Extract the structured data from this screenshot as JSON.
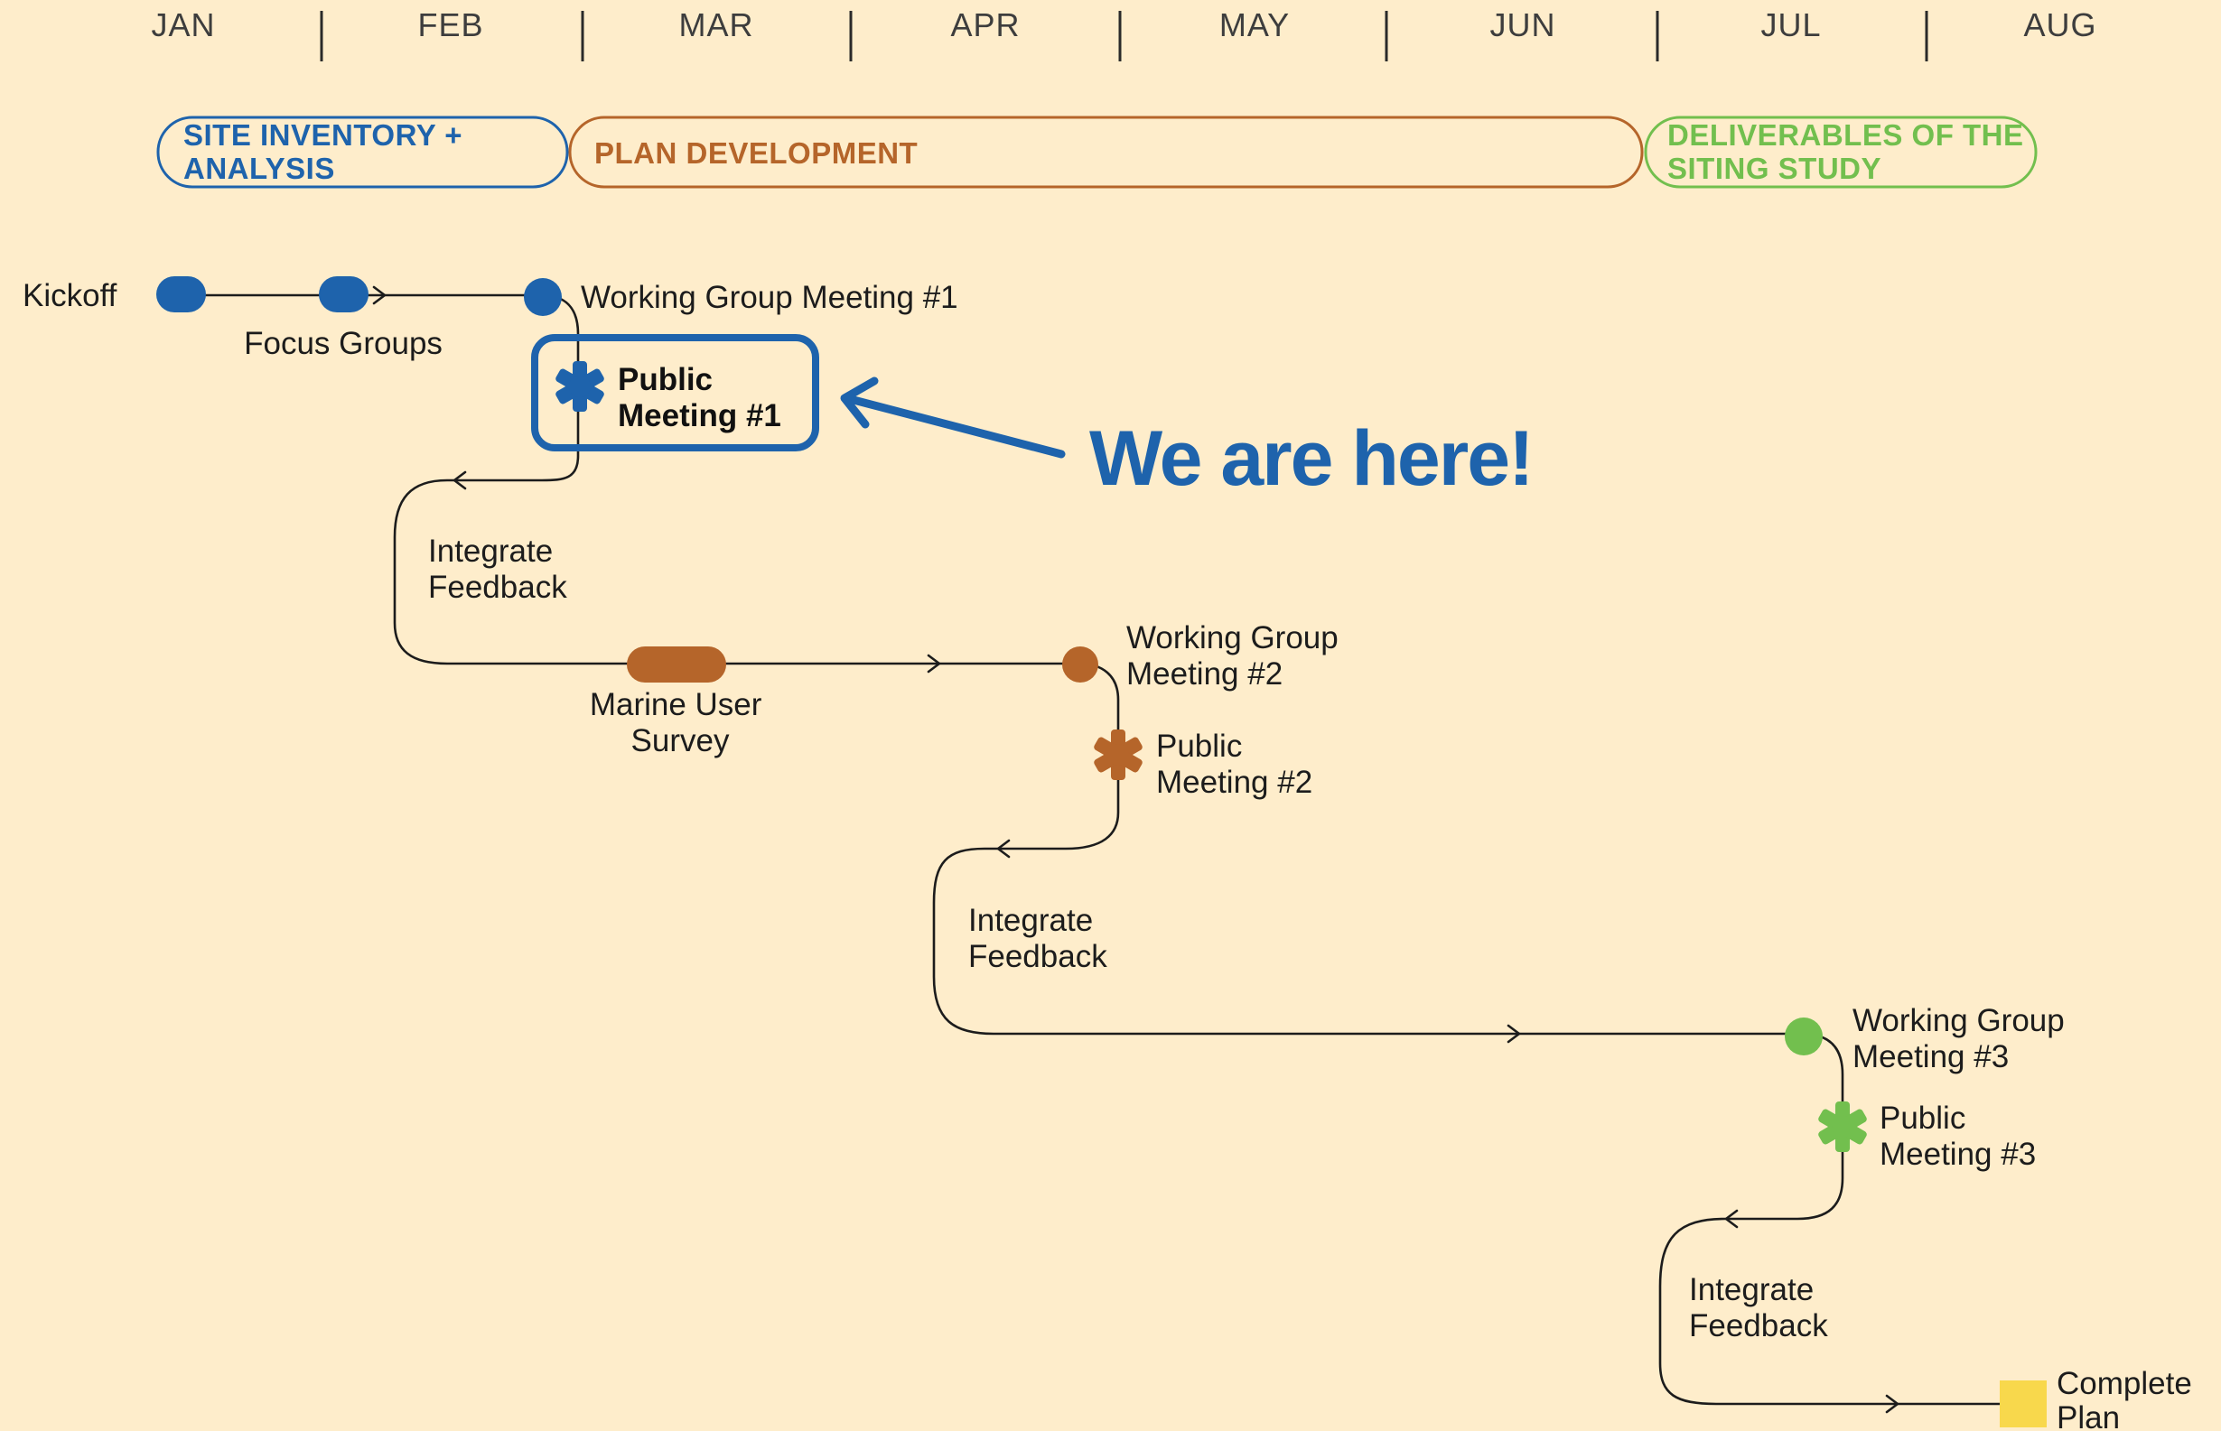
{
  "colors": {
    "background": "#FEEDCB",
    "blue": "#1E63AC",
    "orange": "#B5652A",
    "green": "#72BF4E",
    "yellow": "#F8D84C",
    "line": "#1c1c1c"
  },
  "months": [
    "JAN",
    "FEB",
    "MAR",
    "APR",
    "MAY",
    "JUN",
    "JUL",
    "AUG"
  ],
  "phases": [
    {
      "lines": [
        "SITE INVENTORY +",
        "ANALYSIS"
      ],
      "color": "blue"
    },
    {
      "lines": [
        "PLAN DEVELOPMENT"
      ],
      "color": "orange"
    },
    {
      "lines": [
        "DELIVERABLES OF THE",
        "SITING STUDY"
      ],
      "color": "green"
    }
  ],
  "milestones": {
    "kickoff": "Kickoff",
    "focus_groups": "Focus Groups",
    "wg1": [
      "Working Group Meeting #1"
    ],
    "pm1": [
      "Public",
      "Meeting #1"
    ],
    "feedback1": [
      "Integrate",
      "Feedback"
    ],
    "marine_survey": [
      "Marine User",
      "Survey"
    ],
    "wg2": [
      "Working Group",
      "Meeting #2"
    ],
    "pm2": [
      "Public",
      "Meeting #2"
    ],
    "feedback2": [
      "Integrate",
      "Feedback"
    ],
    "wg3": [
      "Working Group",
      "Meeting #3"
    ],
    "pm3": [
      "Public",
      "Meeting #3"
    ],
    "feedback3": [
      "Integrate",
      "Feedback"
    ],
    "complete": [
      "Complete",
      "Plan"
    ]
  },
  "callout": "We are here!",
  "icons": {
    "meeting_dot": "circle-dot",
    "public_meeting": "asterisk-flower",
    "activity": "pill-shape",
    "complete": "square",
    "direction": "chevron-arrow"
  }
}
